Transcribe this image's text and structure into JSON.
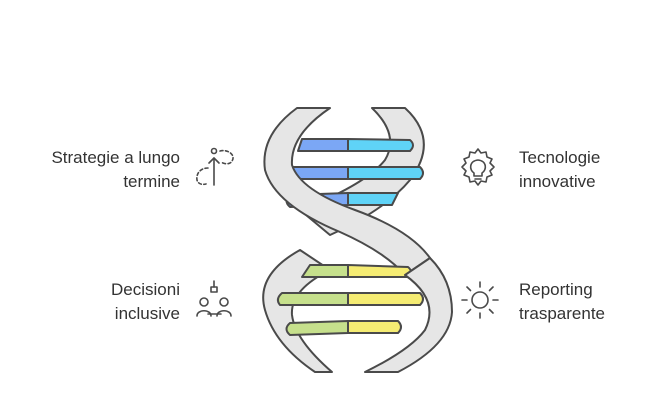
{
  "items": {
    "strategie": {
      "lines": [
        "Strategie a lungo",
        "termine"
      ],
      "icon": "arrow-up-target-icon"
    },
    "tecnologie": {
      "lines": [
        "Tecnologie",
        "innovative"
      ],
      "icon": "lightbulb-gear-icon"
    },
    "decisioni": {
      "lines": [
        "Decisioni",
        "inclusive"
      ],
      "icon": "people-collaboration-icon"
    },
    "reporting": {
      "lines": [
        "Reporting",
        "trasparente"
      ],
      "icon": "sun-icon"
    }
  },
  "colors": {
    "blue_left": "#7ba7f5",
    "blue_right": "#5fd3f7",
    "green_left": "#c6e08c",
    "yellow_right": "#f5ec73",
    "strand_fill": "#e6e6e6",
    "strand_stroke": "#4a4a4a",
    "text": "#333333"
  }
}
